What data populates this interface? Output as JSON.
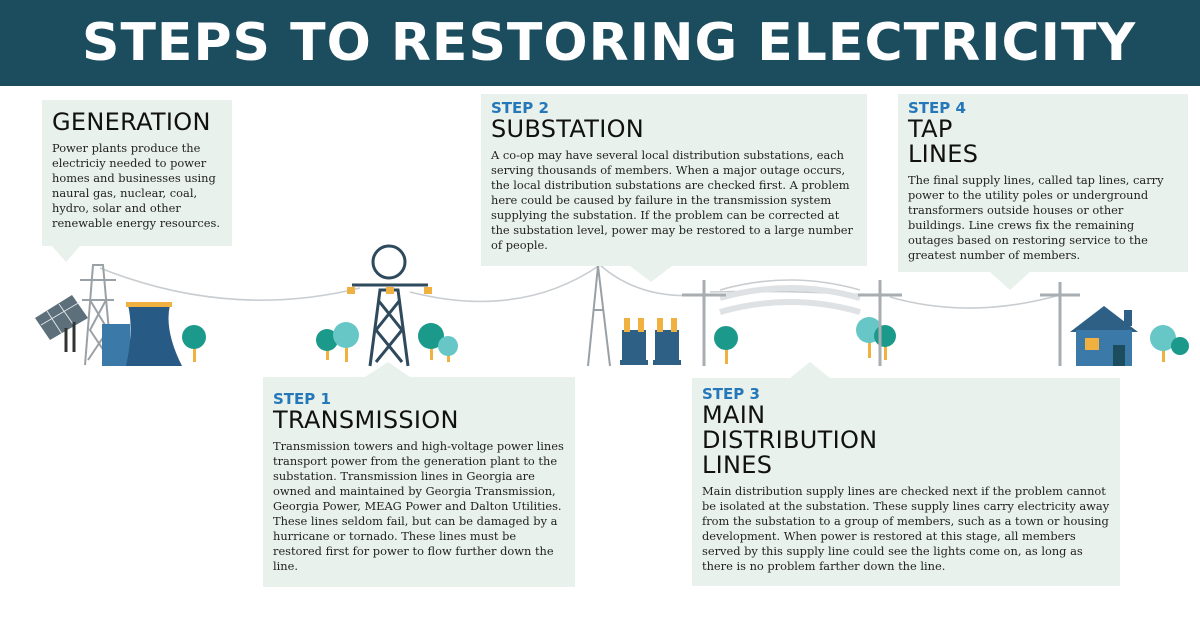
{
  "title": "STEPS TO RESTORING ELECTRICITY",
  "colors": {
    "banner": "#1c4d5f",
    "card_background": "#e8f1ec",
    "step_label": "#2477b8",
    "equipment_blue": "#2e5f85",
    "tree_teal": "#1b9a8c",
    "tree_light": "#66c7c6",
    "tree_trunk": "#f0b140"
  },
  "icons": [
    "solar-panel-icon",
    "transmission-tower-icon",
    "power-plant-icon",
    "transformer-icon",
    "utility-pole-icon",
    "house-icon",
    "tree-icon"
  ],
  "cards": {
    "generation": {
      "heading": "GENERATION",
      "body": "Power plants produce the electriciy needed to power homes and businesses using naural gas, nuclear, coal, hydro, solar and other renewable energy resources."
    },
    "step1": {
      "step": "STEP 1",
      "heading": "TRANSMISSION",
      "body": "Transmission towers and high-voltage power lines transport power from the generation plant to the substation. Transmission lines in Georgia are owned and maintained by Georgia Transmission, Georgia Power, MEAG Power and Dalton Utilities. These lines seldom fail, but can be damaged by a hurricane or tornado. These lines must be restored first for power to flow further down the line."
    },
    "step2": {
      "step": "STEP 2",
      "heading": "SUBSTATION",
      "body": "A co-op may have several local distribution substations, each serving thousands of members. When a major outage occurs, the local distribution substations are checked first. A problem here could be caused by failure in the transmission system supplying the substation. If the problem can be corrected at the substation level, power may be restored to a large number of people."
    },
    "step3": {
      "step": "STEP 3",
      "heading": "MAIN DISTRIBUTION LINES",
      "body": "Main distribution supply lines are checked next if the problem cannot be isolated at the substation. These supply lines carry electricity away from the substation to a group of members, such as a town or housing development. When power is restored at this stage, all members served by this supply line could see the lights come on, as long as there is no problem farther down the line."
    },
    "step4": {
      "step": "STEP 4",
      "heading": "TAP LINES",
      "body": "The final supply lines, called tap lines, carry power to the utility poles or underground transformers outside houses or other buildings. Line crews fix the remaining outages based on restoring service to the greatest number of members."
    }
  }
}
